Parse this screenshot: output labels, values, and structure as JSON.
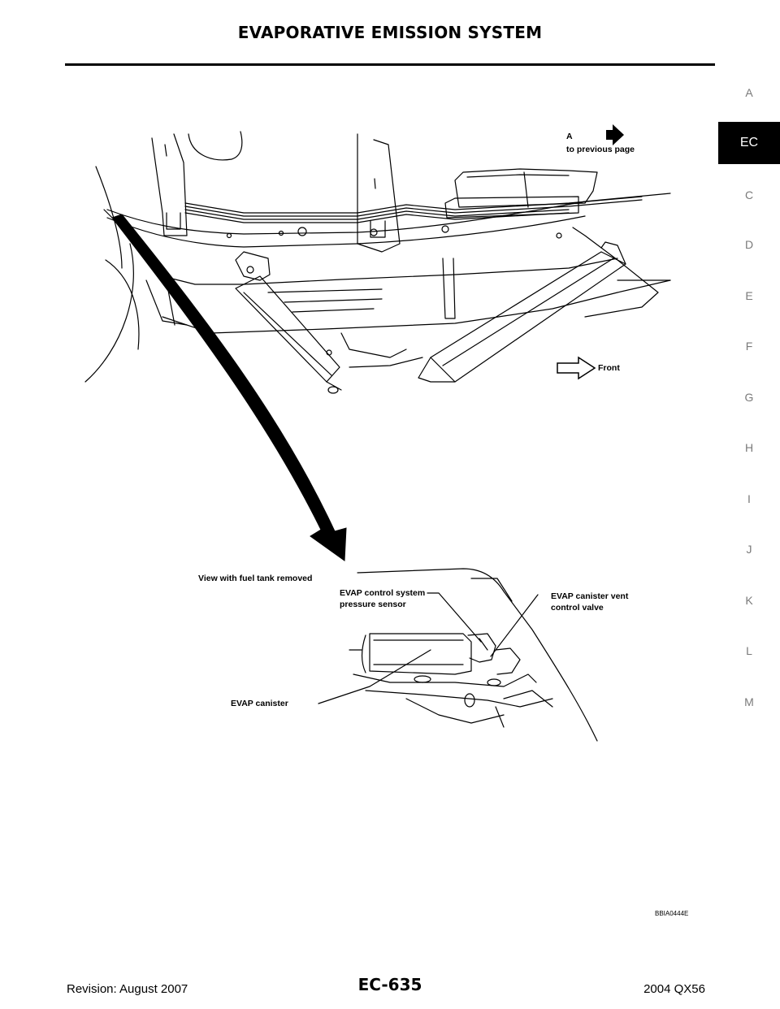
{
  "header": {
    "title": "EVAPORATIVE EMISSION SYSTEM"
  },
  "side_index": {
    "items": [
      {
        "label": "A",
        "active": false
      },
      {
        "label": "EC",
        "active": true
      },
      {
        "label": "C",
        "active": false
      },
      {
        "label": "D",
        "active": false
      },
      {
        "label": "E",
        "active": false
      },
      {
        "label": "F",
        "active": false
      },
      {
        "label": "G",
        "active": false
      },
      {
        "label": "H",
        "active": false
      },
      {
        "label": "I",
        "active": false
      },
      {
        "label": "J",
        "active": false
      },
      {
        "label": "K",
        "active": false
      },
      {
        "label": "L",
        "active": false
      },
      {
        "label": "M",
        "active": false
      }
    ]
  },
  "figure": {
    "ref_letter": "A",
    "ref_text": "to previous page",
    "front_label": "Front",
    "inset_title": "View with fuel tank removed",
    "callout_sensor_line1": "EVAP control system",
    "callout_sensor_line2": "pressure sensor",
    "callout_valve_line1": "EVAP canister vent",
    "callout_valve_line2": "control valve",
    "callout_canister": "EVAP canister",
    "figure_code": "BBIA0444E"
  },
  "footer": {
    "revision": "Revision: August 2007",
    "page_number": "EC-635",
    "model": "2004 QX56"
  }
}
